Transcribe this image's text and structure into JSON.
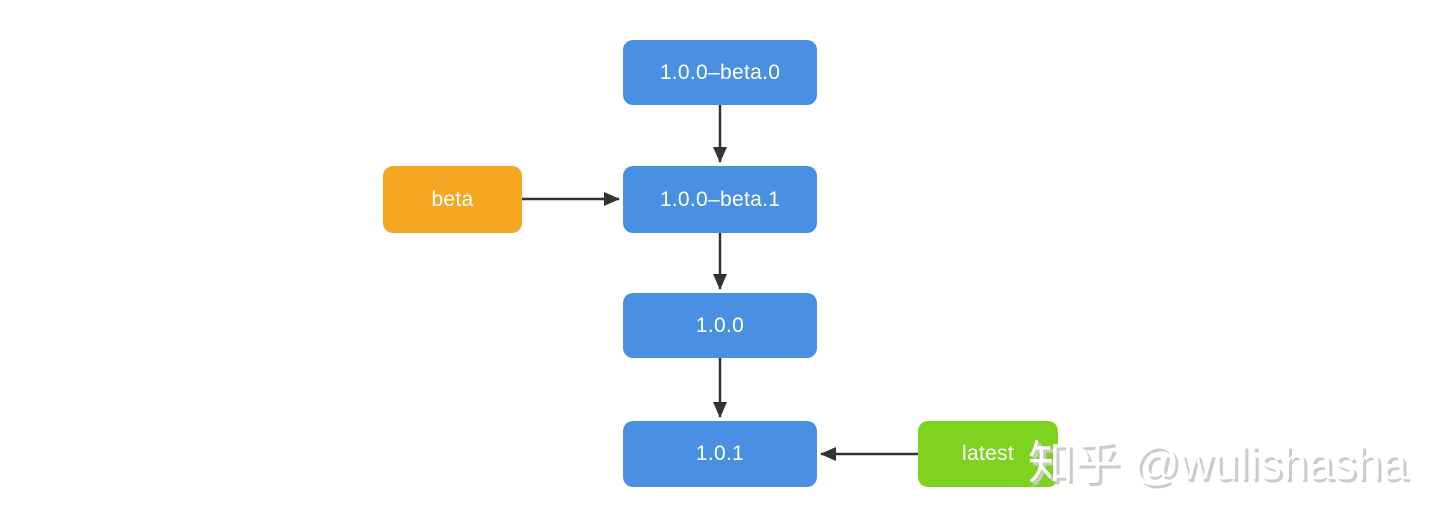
{
  "diagram": {
    "title_hint": "npm version / dist-tag flow",
    "nodes": {
      "beta0": {
        "label": "1.0.0–beta.0",
        "color": "#4a90e2"
      },
      "beta1": {
        "label": "1.0.0–beta.1",
        "color": "#4a90e2"
      },
      "v100": {
        "label": "1.0.0",
        "color": "#4a90e2"
      },
      "v101": {
        "label": "1.0.1",
        "color": "#4a90e2"
      },
      "tag_beta": {
        "label": "beta",
        "color": "#f5a623"
      },
      "tag_latest": {
        "label": "latest",
        "color": "#7ed321"
      }
    },
    "edges": [
      {
        "from": "beta0",
        "to": "beta1",
        "direction": "down"
      },
      {
        "from": "tag_beta",
        "to": "beta1",
        "direction": "right"
      },
      {
        "from": "beta1",
        "to": "v100",
        "direction": "down"
      },
      {
        "from": "v100",
        "to": "v101",
        "direction": "down"
      },
      {
        "from": "tag_latest",
        "to": "v101",
        "direction": "left"
      }
    ],
    "edge_color": "#333333",
    "node_text_color": "#ffffff"
  },
  "watermark": {
    "text": "知乎 @wulishasha",
    "fill": "#ffffff",
    "shadow": "#cbcbcb"
  }
}
